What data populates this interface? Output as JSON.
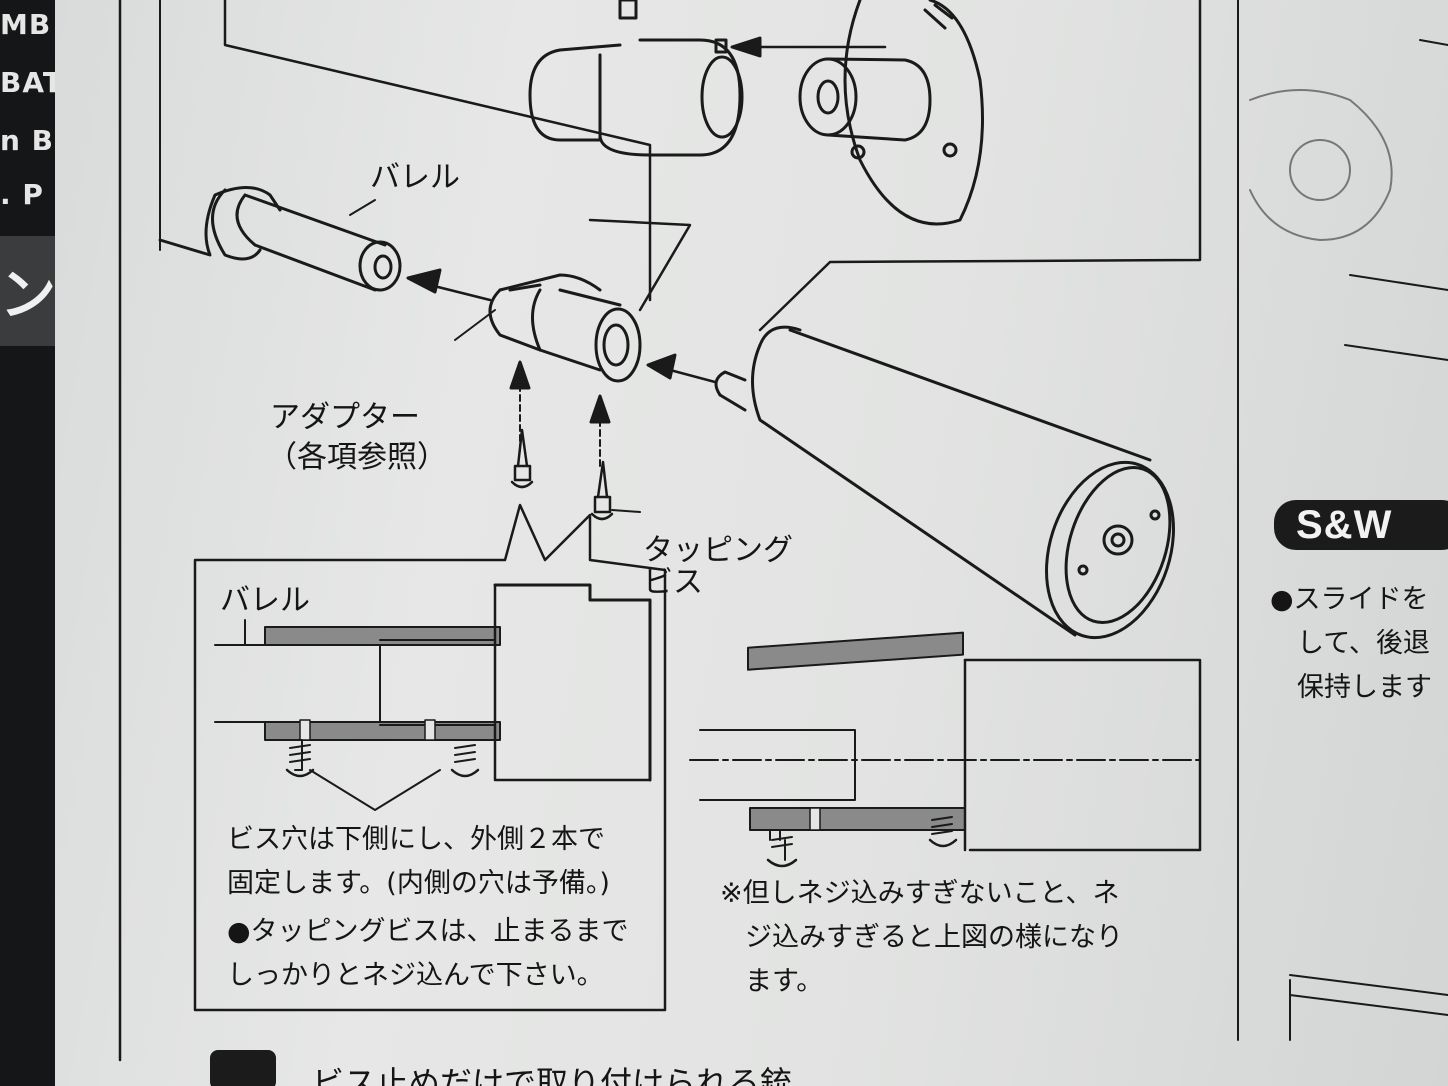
{
  "edge_fragments": [
    "MB",
    "BAT",
    "n B",
    ". P",
    "ン"
  ],
  "labels": {
    "barrel_top": "バレル",
    "adapter": "アダプター",
    "adapter_ref": "（各項参照）",
    "tapping_1": "タッピング",
    "tapping_2": "ビス",
    "barrel_inset": "バレル"
  },
  "instructions": {
    "line1": "ビス穴は下側にし、外側２本で",
    "line2": "固定します。(内側の穴は予備。)",
    "line3": "●タッピングビスは、止まるまで",
    "line4": "しっかりとネジ込んで下さい。"
  },
  "caution": {
    "line1": "※但しネジ込みすぎないこと、ネ",
    "line2": "ジ込みすぎると上図の様になり",
    "line3": "ます。"
  },
  "right_column": {
    "badge": "S&W",
    "line1": "●スライドを",
    "line2": "して、後退",
    "line3": "保持します"
  },
  "bottom_caption": "ビス止めだけで取り付けられる銃"
}
